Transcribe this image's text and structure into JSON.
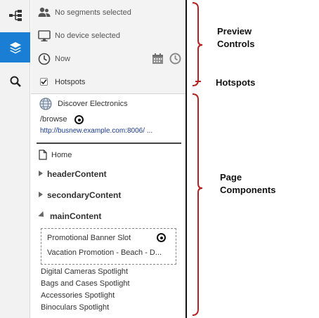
{
  "rail": {
    "items": [
      {
        "name": "tree",
        "icon": "site-tree-icon",
        "active": false
      },
      {
        "name": "layers",
        "icon": "layers-icon",
        "active": true
      },
      {
        "name": "search",
        "icon": "search-icon",
        "active": false
      }
    ],
    "accent": "#1a7fd4"
  },
  "preview_controls": {
    "segments": "No segments selected",
    "device": "No device selected",
    "time": "Now",
    "hotspots_label": "Hotspots",
    "hotspots_checked": true
  },
  "site": {
    "name": "Discover Electronics",
    "path": "/browse",
    "url": "http://busnew.example.com:8006/ ..."
  },
  "tree": {
    "home": "Home",
    "header": "headerContent",
    "secondary": "secondaryContent",
    "main": "mainContent",
    "slots": [
      "Promotional Banner Slot",
      "Vacation Promotion - Beach - D..."
    ],
    "components": [
      "Digital Cameras Spotlight",
      "Bags and Cases Spotlight",
      "Accessories Spotlight",
      "Binoculars Spotlight"
    ]
  },
  "annotations": {
    "preview_line1": "Preview",
    "preview_line2": "Controls",
    "hotspots": "Hotspots",
    "page_line1": "Page",
    "page_line2": "Components",
    "brace_color": "#b22222"
  }
}
